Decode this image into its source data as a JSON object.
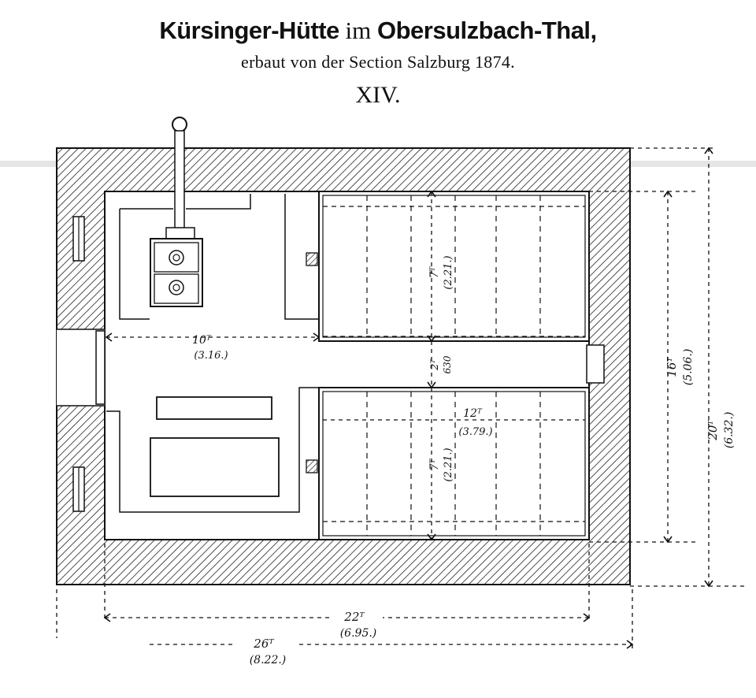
{
  "header": {
    "title_part1": "Kürsinger-Hütte",
    "title_part2": "im",
    "title_part3": "Obersulzbach-Thal,",
    "subtitle": "erbaut von der Section Salzburg 1874.",
    "plate_number": "XIV."
  },
  "dimensions": {
    "width_outer": {
      "feet": "26ᵀ",
      "metres": "(8.22.)"
    },
    "width_inner": {
      "feet": "22ᵀ",
      "metres": "(6.95.)"
    },
    "depth_outer": {
      "feet": "20ᵀ",
      "metres": "(6.32.)"
    },
    "depth_inner": {
      "feet": "16ᵀ",
      "metres": "(5.06.)"
    },
    "kitchen_width": {
      "feet": "10ᵀ",
      "metres": "(3.16.)"
    },
    "bunk_upper_depth": {
      "feet": "7ᵀ",
      "metres": "(2.21.)"
    },
    "bunk_lower_depth": {
      "feet": "7ᵀ",
      "metres": "(2.21.)"
    },
    "bunk_length": {
      "feet": "12ᵀ",
      "metres": "(3.79.)"
    },
    "aisle_width": {
      "feet": "2ᵀ",
      "metres": "630"
    }
  }
}
